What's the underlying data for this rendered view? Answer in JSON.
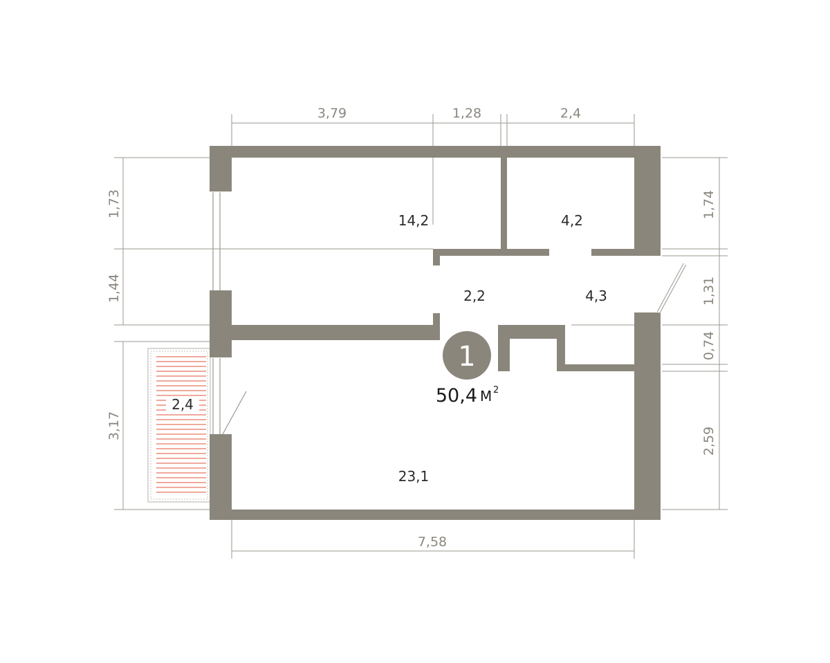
{
  "apartment": {
    "number": "1",
    "total_area_value": "50,4",
    "total_area_unit": "М",
    "total_area_unit_power": "2"
  },
  "rooms": [
    {
      "id": "room-top-left",
      "area": "14,2"
    },
    {
      "id": "room-top-right",
      "area": "4,2"
    },
    {
      "id": "hall-left",
      "area": "2,2"
    },
    {
      "id": "hall-right",
      "area": "4,3"
    },
    {
      "id": "room-main",
      "area": "23,1"
    },
    {
      "id": "balcony",
      "area": "2,4"
    }
  ],
  "dimensions": {
    "top": [
      "3,79",
      "1,28",
      "2,4"
    ],
    "bottom": [
      "7,58"
    ],
    "left": [
      "1,73",
      "1,44",
      "3,17"
    ],
    "right": [
      "1,74",
      "1,31",
      "0,74",
      "2,59"
    ]
  },
  "colors": {
    "wall": "#8a867b",
    "dimension": "#9a978f",
    "balcony_hatch": "#e0533a"
  }
}
